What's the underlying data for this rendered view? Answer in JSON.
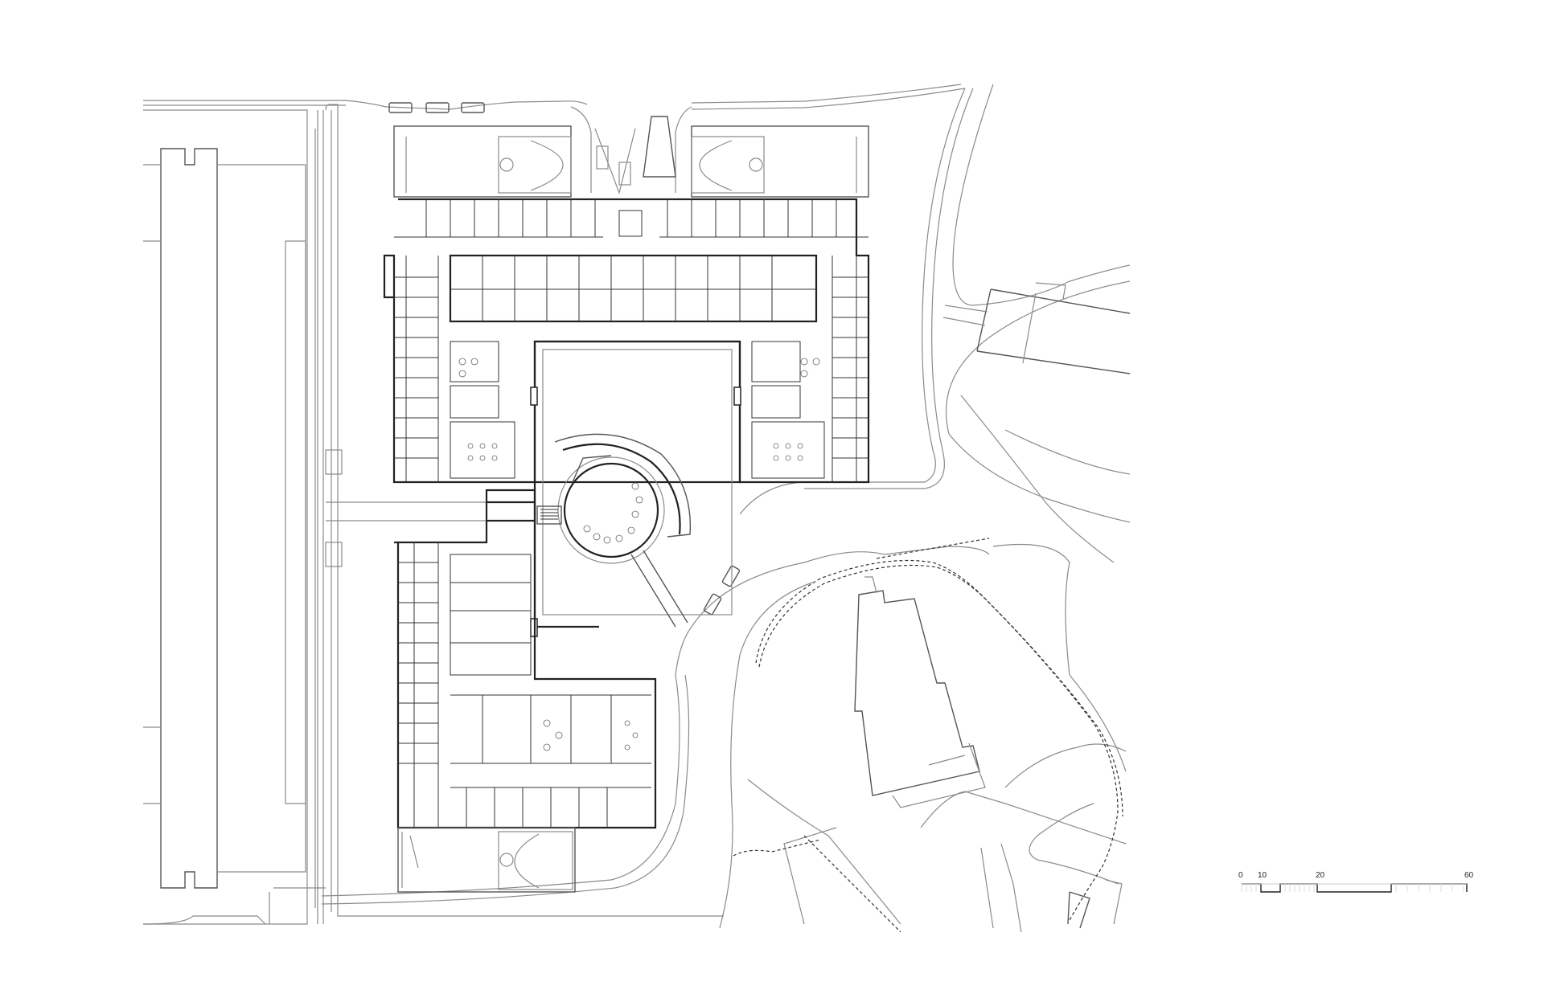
{
  "drawing": {
    "type": "architectural site plan",
    "background": "#ffffff",
    "line_color": "#222222"
  },
  "scale_bar": {
    "labels": [
      "0",
      "10",
      "20",
      "60"
    ],
    "units_implied": "m"
  },
  "elements": {
    "main_building": "U-shaped building with central courtyard and circular hub",
    "courts": [
      "north-west basketball court",
      "north-east basketball court",
      "south basketball court"
    ],
    "adjacent_buildings": [
      "west long building",
      "north-east building",
      "south-east building"
    ],
    "vehicles": 7
  }
}
